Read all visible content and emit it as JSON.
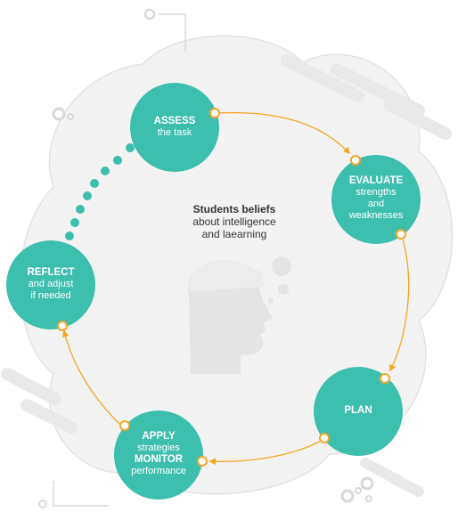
{
  "colors": {
    "node": "#3dbfae",
    "arrow": "#f5a623",
    "cloud": "#f1f1f1",
    "cloud_outline": "#e3e3e3",
    "head": "#e6e6e6",
    "stripe": "#ececec",
    "dots": "#3dbfae"
  },
  "center": {
    "title": "Students beliefs",
    "line2": "about intelligence",
    "line3": "and laearning"
  },
  "nodes": {
    "assess": {
      "title": "ASSESS",
      "line1": "the task"
    },
    "evaluate": {
      "title": "EVALUATE",
      "line1": "strengths",
      "line2": "and",
      "line3": "weaknesses"
    },
    "plan": {
      "title": "PLAN"
    },
    "apply": {
      "title": "APPLY",
      "line1": "strategies",
      "title2": "MONITOR",
      "line2": "performance"
    },
    "reflect": {
      "title": "REFLECT",
      "line1": "and adjust",
      "line2": "if needed"
    }
  },
  "icons": {
    "center": "thinking-head-icon",
    "node_ports": "ring-port-icon",
    "connector": "dotted-connector"
  }
}
